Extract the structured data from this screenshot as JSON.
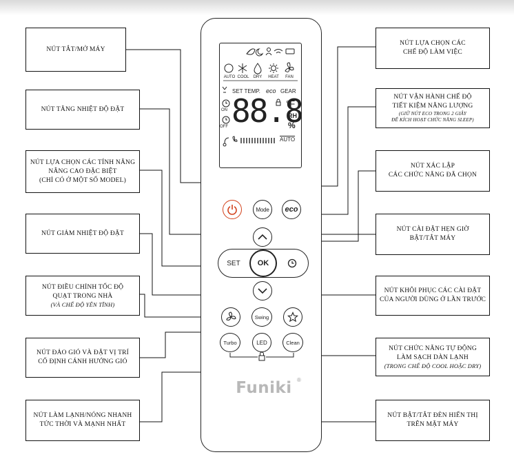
{
  "callouts": {
    "power": {
      "line1": "NÚT TẮT/MỞ MÁY"
    },
    "temp_up": {
      "line1": "NÚT TĂNG NHIỆT ĐỘ ĐẶT"
    },
    "advanced": {
      "line1": "NÚT LỰA CHỌN CÁC TÍNH NĂNG",
      "line2": "NÂNG CAO ĐẶC BIỆT",
      "line3": "(CHỈ CÓ Ở MỘT SỐ MODEL)"
    },
    "temp_down": {
      "line1": "NÚT GIẢM NHIỆT ĐỘ ĐẶT"
    },
    "fan_speed": {
      "line1": "NÚT ĐIỀU CHỈNH TỐC ĐỘ",
      "line2": "QUẠT TRONG NHÀ",
      "note": "(VÀ CHẾ ĐỘ YÊN TĨNH)"
    },
    "swing": {
      "line1": "NÚT ĐẢO GIÓ VÀ ĐẶT VỊ TRÍ",
      "line2": "CỐ ĐỊNH CÁNH HƯỚNG GIÓ"
    },
    "turbo": {
      "line1": "NÚT LÀM LẠNH/NÓNG NHANH",
      "line2": "TỨC THỜI VÀ MẠNH NHẤT"
    },
    "mode": {
      "line1": "NÚT LỰA CHỌN CÁC",
      "line2": "CHẾ ĐỘ LÀM VIỆC"
    },
    "eco": {
      "line1": "NÚT VẬN HÀNH CHẾ ĐỘ",
      "line2": "TIẾT KIỆM NĂNG LƯỢNG",
      "note1": "(GIỮ NÚT ECO TRONG 2 GIÂY",
      "note2": "ĐỂ KÍCH HOẠT CHỨC NĂNG SLEEP)"
    },
    "ok": {
      "line1": "NÚT XÁC LẬP",
      "line2": "CÁC CHỨC NĂNG ĐÃ CHỌN"
    },
    "timer": {
      "line1": "NÚT CÀI ĐẶT HẸN GIỜ",
      "line2": "BẬT/TẮT MÁY"
    },
    "favorite": {
      "line1": "NÚT KHÔI PHỤC CÁC CÀI ĐẶT",
      "line2": "CỦA NGƯỜI DÙNG Ở LẦN TRƯỚC"
    },
    "clean": {
      "line1": "NÚT CHỨC NĂNG TỰ ĐỘNG",
      "line2": "LÀM SẠCH DÀN LẠNH",
      "note": "(TRONG CHẾ ĐỘ COOL HOẶC DRY)"
    },
    "led": {
      "line1": "NÚT BẬT/TẮT ĐÈN HIỂN THỊ",
      "line2": "TRÊN MẶT MÁY"
    }
  },
  "lcd": {
    "modes": [
      "AUTO",
      "COOL",
      "DRY",
      "HEAT",
      "FAN"
    ],
    "set_temp": "SET TEMP.",
    "gear": "GEAR",
    "eco_label": "eco",
    "on": "ON",
    "off": "OFF",
    "digits": "88.8",
    "unit_f": "°F",
    "rh": "RH",
    "percent": "%",
    "fan_auto": "AUTO"
  },
  "buttons": {
    "mode": "Mode",
    "eco": "eco",
    "set": "SET",
    "ok": "OK",
    "swing": "Swing",
    "turbo": "Turbo",
    "led": "LED",
    "clean": "Clean"
  },
  "brand": {
    "name": "Funiki",
    "reg": "®"
  }
}
